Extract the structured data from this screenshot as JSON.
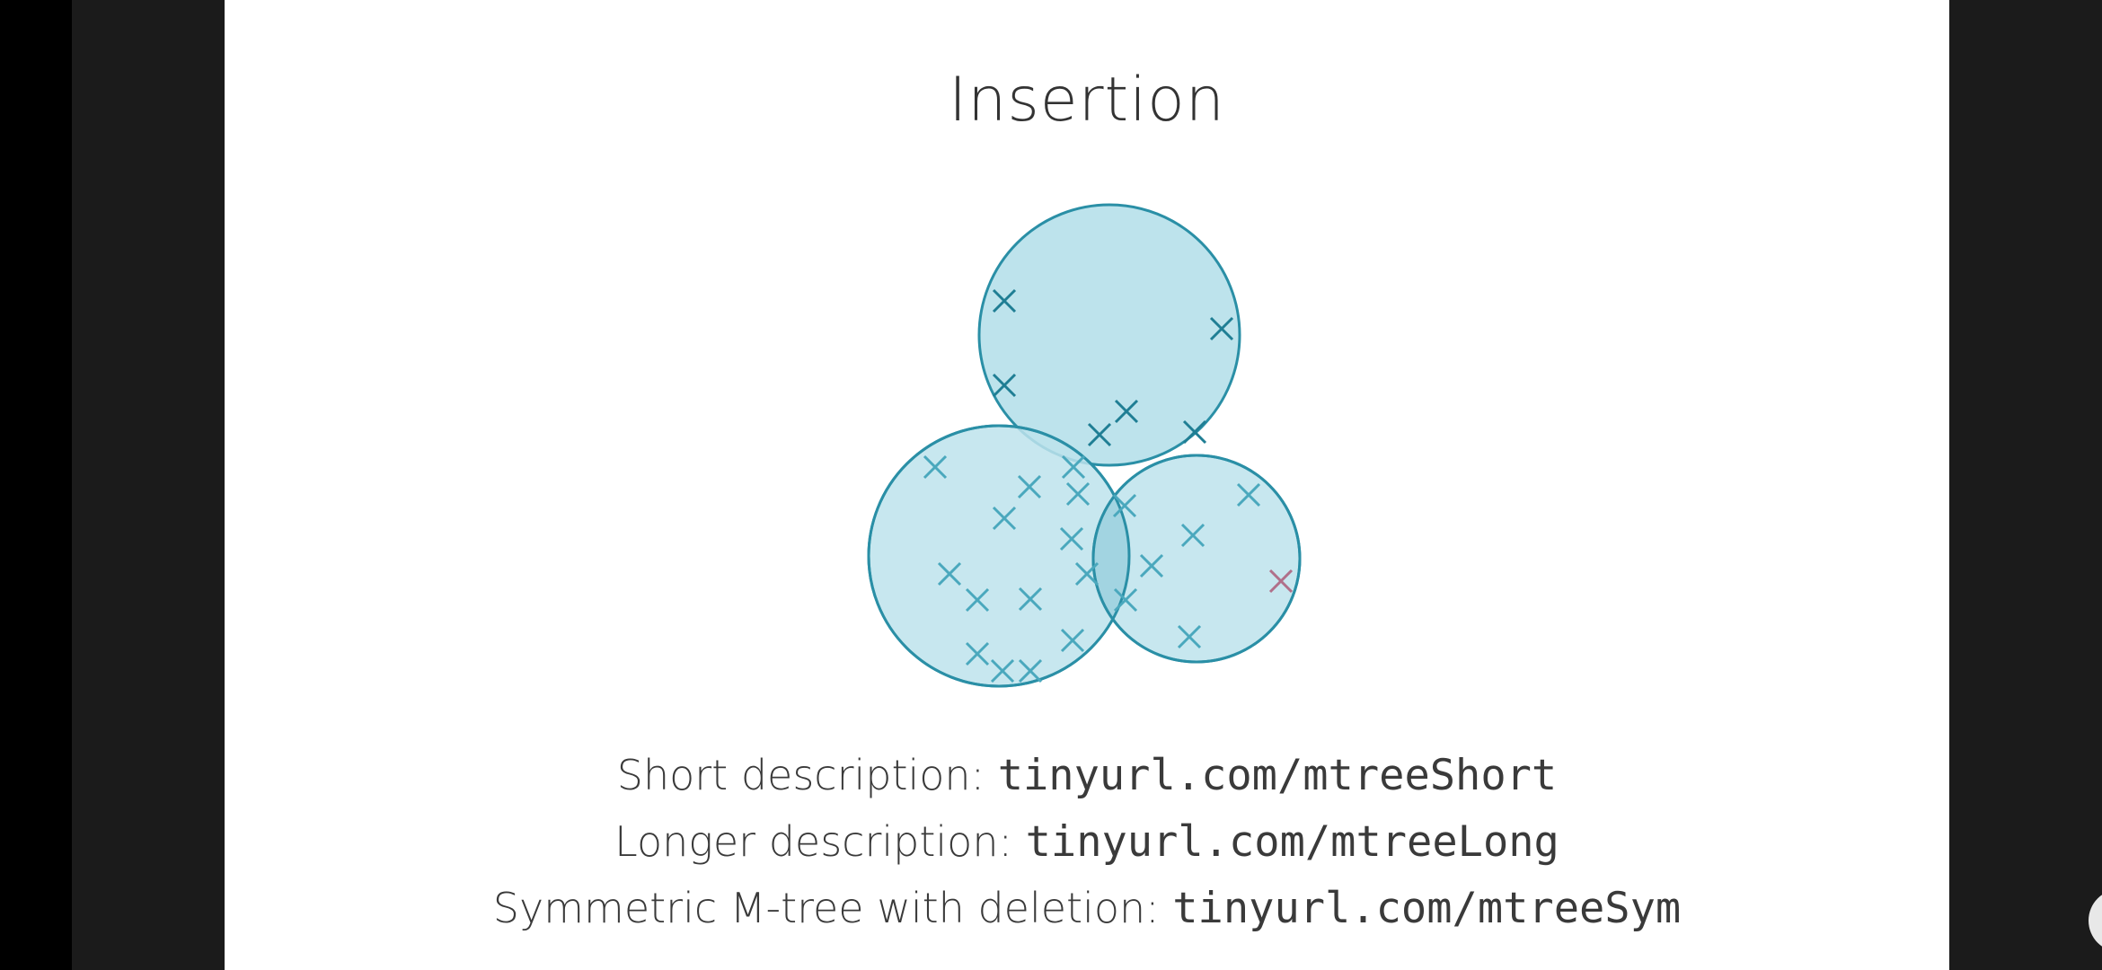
{
  "slide": {
    "title": "Insertion",
    "lines": [
      {
        "label": "Short description: ",
        "url": "tinyurl.com/mtreeShort"
      },
      {
        "label": "Longer description: ",
        "url": "tinyurl.com/mtreeLong"
      },
      {
        "label": "Symmetric M-tree with deletion:  ",
        "url": "tinyurl.com/mtreeSym"
      }
    ]
  },
  "diagram": {
    "circle_fill": "#bde3ec",
    "circle_stroke": "#2a8fa6",
    "dark_marker_color": "#1f7e94",
    "light_marker_color": "#4aa8bd",
    "new_point_color": "#b0708a"
  },
  "controls": {
    "play_icon": "play-next-icon"
  },
  "colors": {
    "slide_background": "#ffffff",
    "letterbox": "#1b1b1b"
  }
}
